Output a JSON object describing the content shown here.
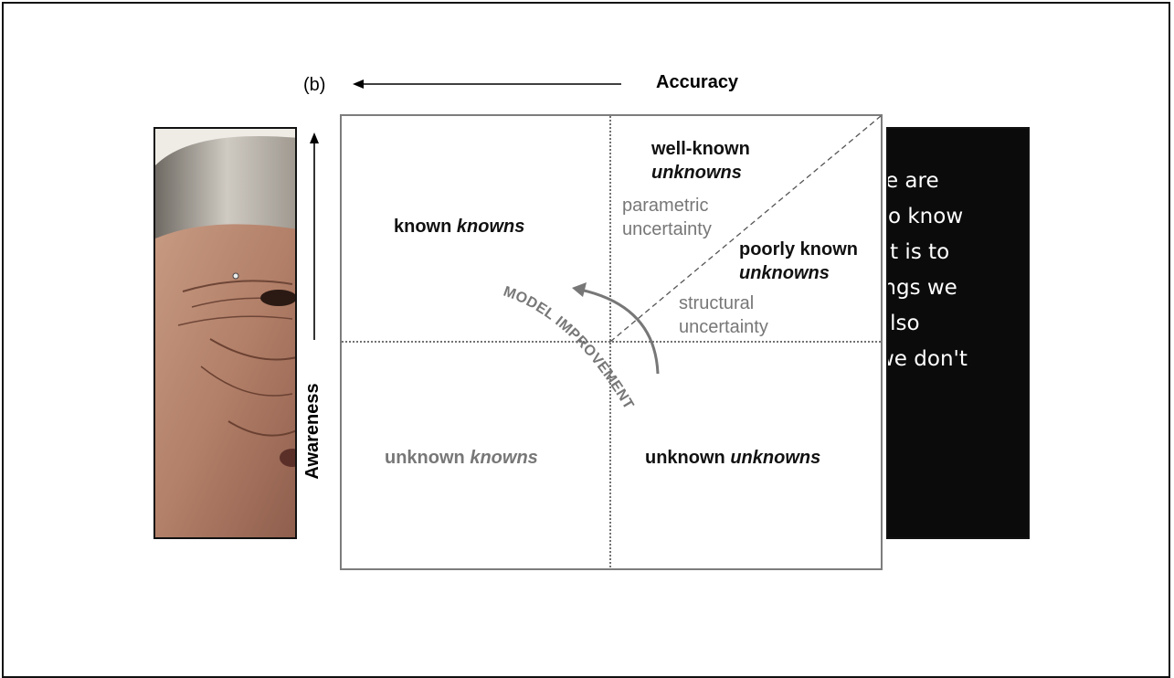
{
  "quote": {
    "lines": [
      "re are",
      "so know",
      "at is to",
      "ings we",
      "also",
      "we don't"
    ]
  },
  "figure": {
    "panel_label": "(b)",
    "x_axis_label": "Accuracy",
    "y_axis_label": "Awareness",
    "quadrants": {
      "top_left": {
        "plain": "known ",
        "italic": "knowns"
      },
      "top_right_title": {
        "line1": "well-known",
        "line2": "unknowns"
      },
      "top_right_sub": {
        "line1": "parametric",
        "line2": "uncertainty"
      },
      "diag_title": {
        "line1": "poorly known",
        "line2": "unknowns"
      },
      "diag_sub": {
        "line1": "structural",
        "line2": "uncertainty"
      },
      "bottom_left": {
        "plain": "unknown ",
        "italic": "knowns"
      },
      "bottom_right": {
        "plain": "unknown ",
        "italic": "unknowns"
      }
    },
    "arrow_label": "MODEL IMPROVEMENT"
  },
  "colors": {
    "panel_bg": "#0b0b0b",
    "box_border": "#7d7d7d",
    "grey_text": "#777777",
    "arc": "#777777"
  }
}
